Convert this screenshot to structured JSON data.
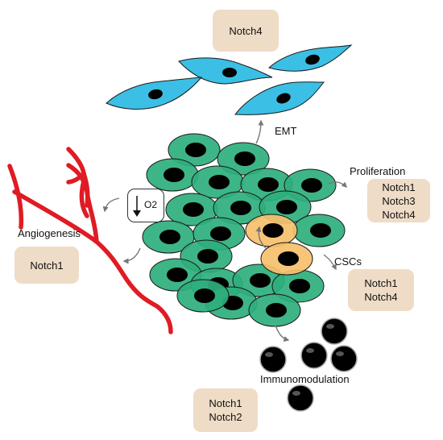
{
  "labels": {
    "emt": "EMT",
    "proliferation": "Proliferation",
    "o2": "O2",
    "angiogenesis": "Angiogenesis",
    "cscs": "CSCs",
    "immunomodulation": "Immunomodulation"
  },
  "boxes": {
    "emt": [
      "Notch4"
    ],
    "proliferation": [
      "Notch1",
      "Notch3",
      "Notch4"
    ],
    "angiogenesis": [
      "Notch1"
    ],
    "cscs": [
      "Notch1",
      "Notch4"
    ],
    "immunomodulation": [
      "Notch1",
      "Notch2"
    ]
  },
  "colors": {
    "box_fill": "#efdcc7",
    "tumor_cell": "#2eaf7d",
    "stem_cell": "#f6c06b",
    "fibroblast": "#3bbfe5",
    "vessel": "#e01b24",
    "arrow": "#777777",
    "nucleus": "#000000"
  },
  "icons": {
    "o2_arrow": "down-arrow-icon"
  }
}
